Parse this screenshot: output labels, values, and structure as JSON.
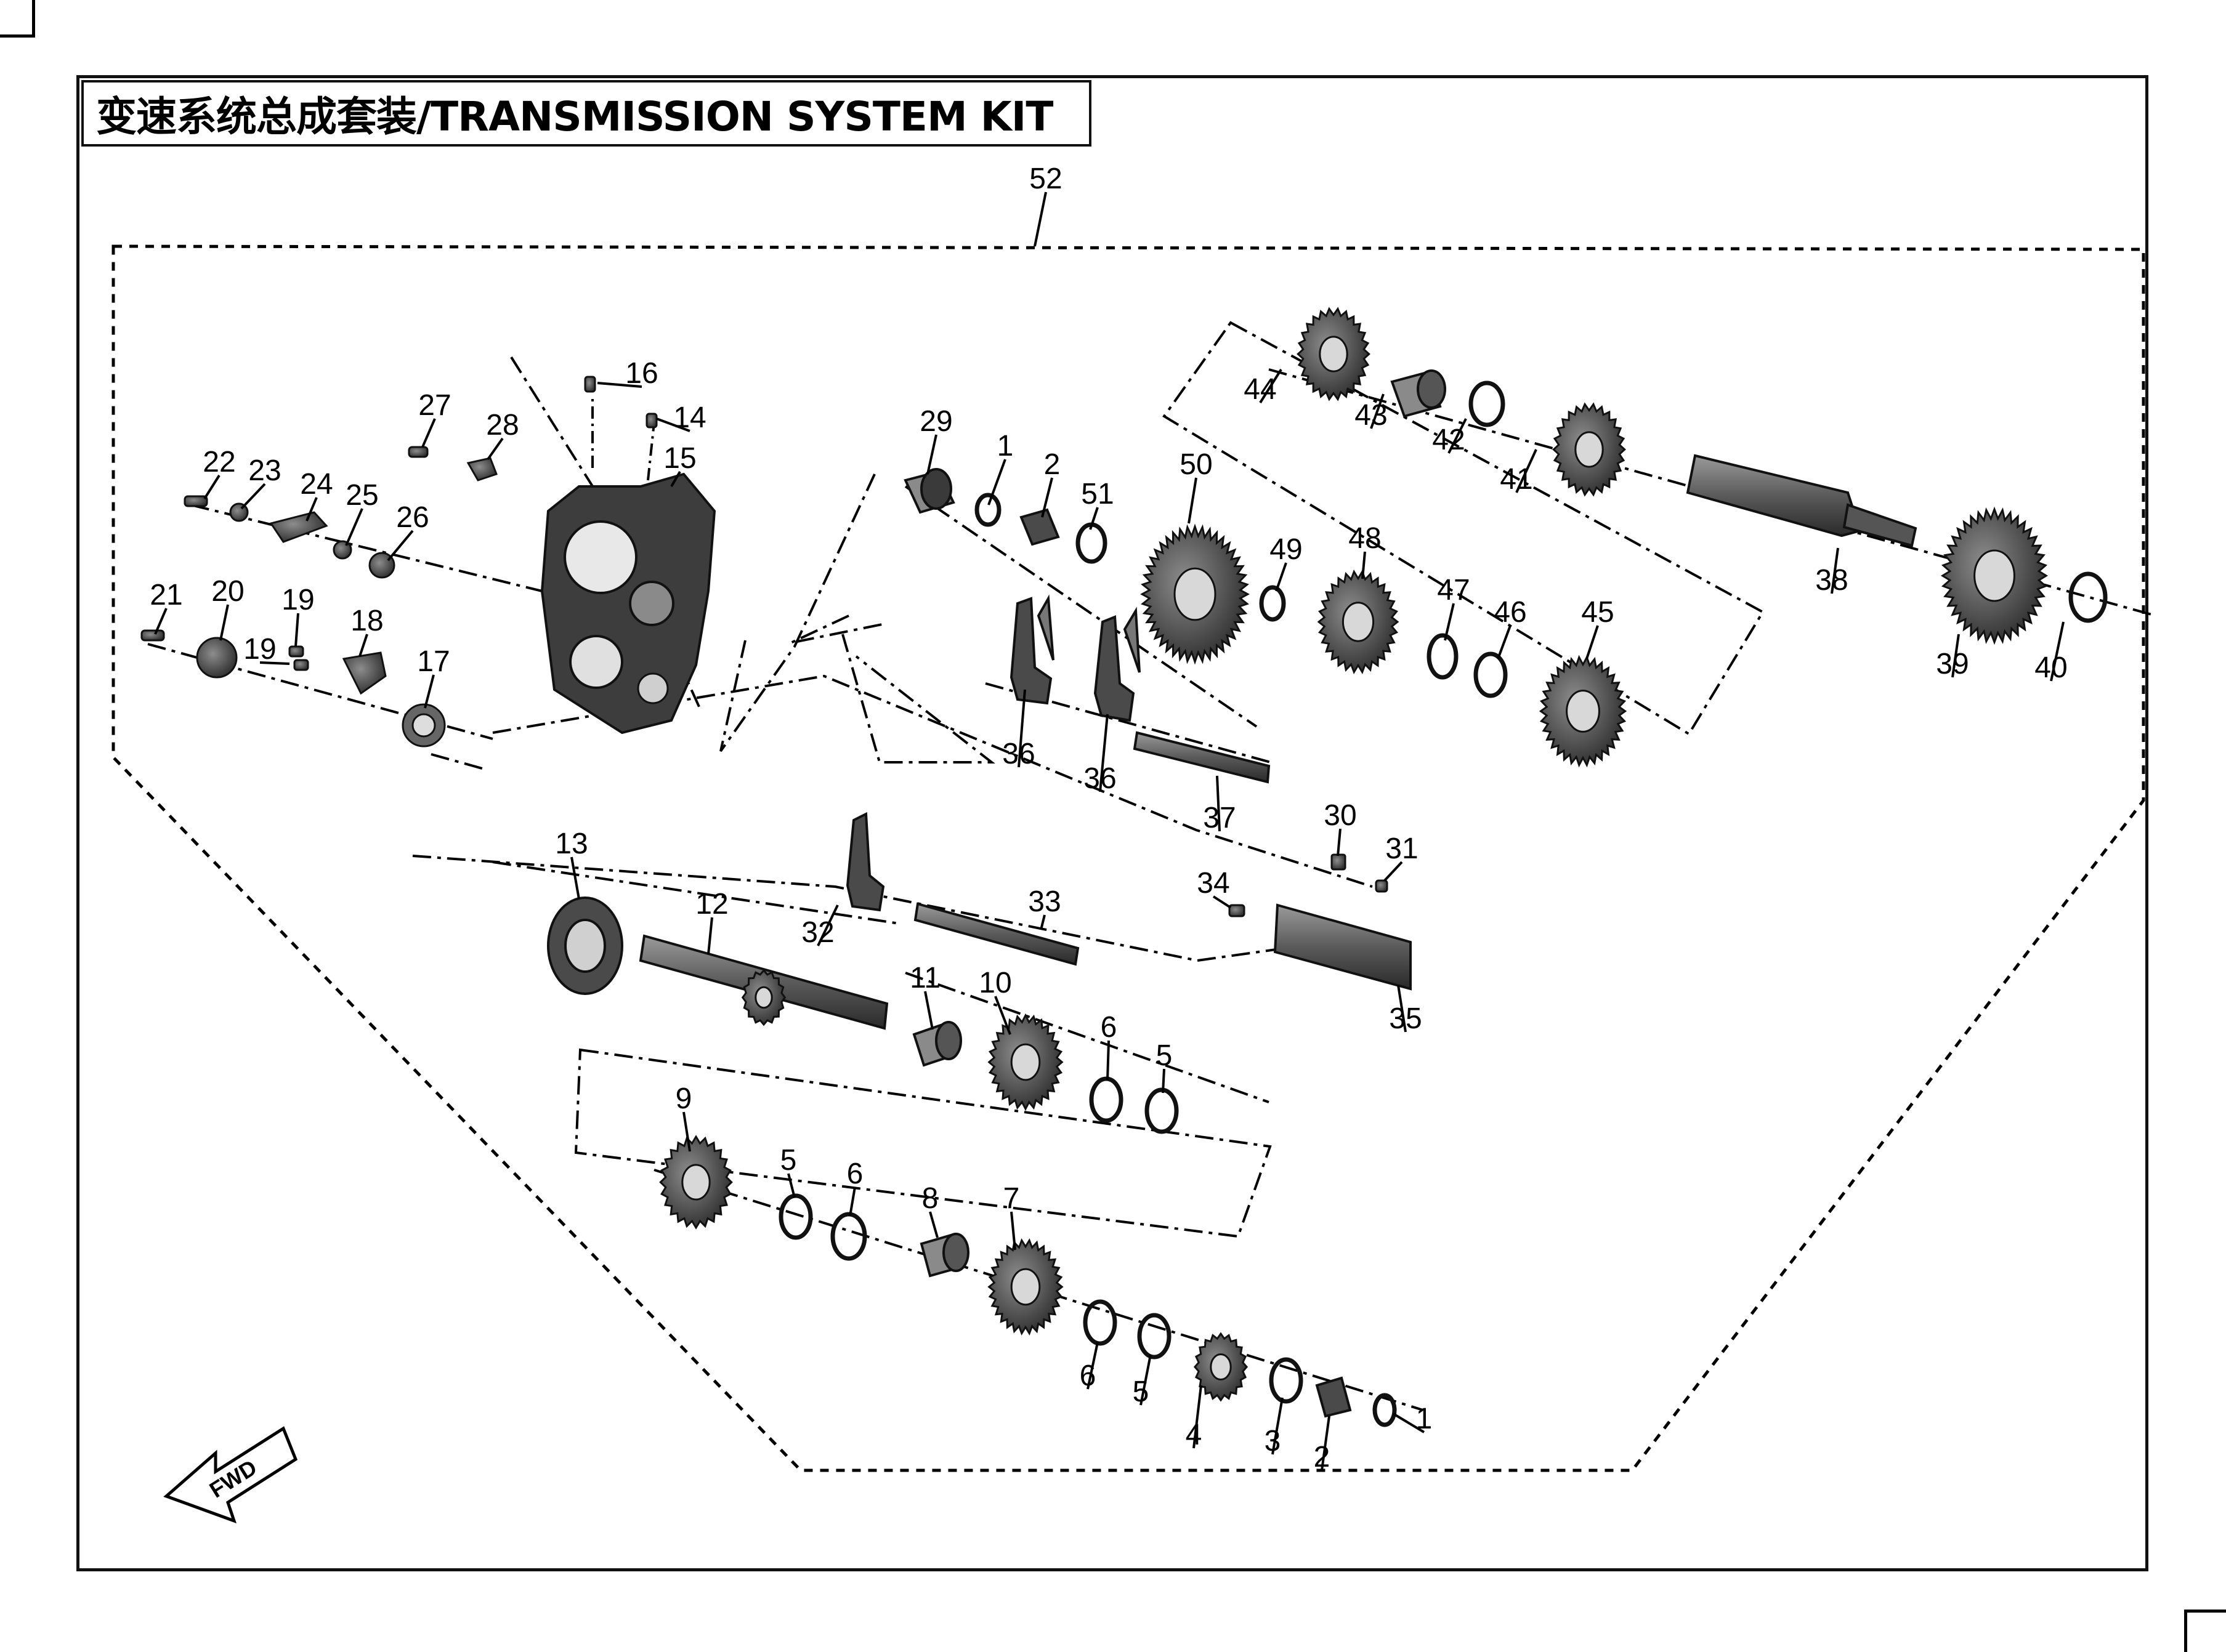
{
  "title": "变速系统总成套装/TRANSMISSION SYSTEM KIT",
  "direction_label": "FWD",
  "callouts": [
    "1",
    "2",
    "3",
    "4",
    "5",
    "6",
    "7",
    "8",
    "9",
    "10",
    "11",
    "12",
    "13",
    "14",
    "15",
    "16",
    "17",
    "18",
    "19",
    "20",
    "21",
    "22",
    "23",
    "24",
    "25",
    "26",
    "27",
    "28",
    "29",
    "30",
    "31",
    "32",
    "33",
    "34",
    "35",
    "36",
    "37",
    "38",
    "39",
    "40",
    "41",
    "42",
    "43",
    "44",
    "45",
    "46",
    "47",
    "48",
    "49",
    "50",
    "51",
    "52"
  ],
  "colors": {
    "line": "#000000",
    "part_dark": "#3a3a3a",
    "part_mid": "#6e6e6e",
    "part_light": "#a8a8a8",
    "background": "#ffffff"
  }
}
